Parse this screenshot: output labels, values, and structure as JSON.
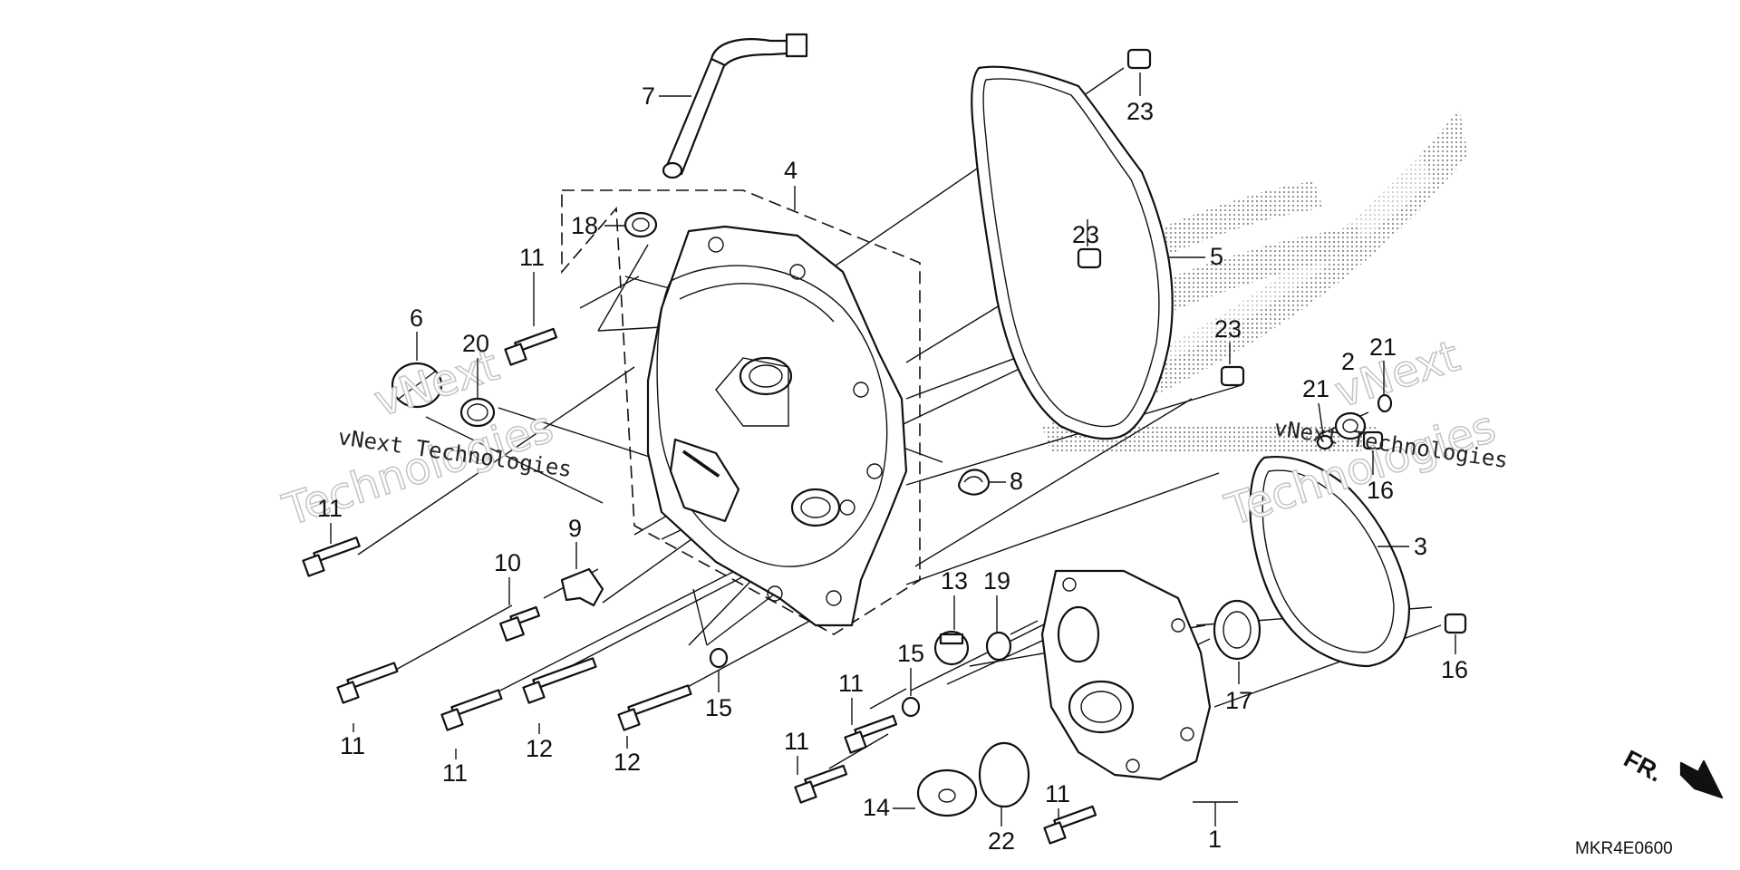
{
  "diagram": {
    "drawing_code": "MKR4E0600",
    "direction_marker": "FR.",
    "watermark": {
      "line1": "vNext",
      "line2": "Technologies",
      "inline": "vNext Technologies"
    },
    "callouts": {
      "c1": "1",
      "c2": "2",
      "c3": "3",
      "c4": "4",
      "c5": "5",
      "c6": "6",
      "c7": "7",
      "c8": "8",
      "c9": "9",
      "c10": "10",
      "c11a": "11",
      "c11b": "11",
      "c11c": "11",
      "c11d": "11",
      "c11e": "11",
      "c11f": "11",
      "c11g": "11",
      "c12a": "12",
      "c12b": "12",
      "c13": "13",
      "c14": "14",
      "c15a": "15",
      "c15b": "15",
      "c16a": "16",
      "c16b": "16",
      "c17": "17",
      "c18": "18",
      "c19": "19",
      "c20": "20",
      "c21a": "21",
      "c21b": "21",
      "c22": "22",
      "c23a": "23",
      "c23b": "23",
      "c23c": "23"
    },
    "colors": {
      "ink": "#111111",
      "background": "#ffffff",
      "logo_dots": "#8a8a8a"
    }
  }
}
